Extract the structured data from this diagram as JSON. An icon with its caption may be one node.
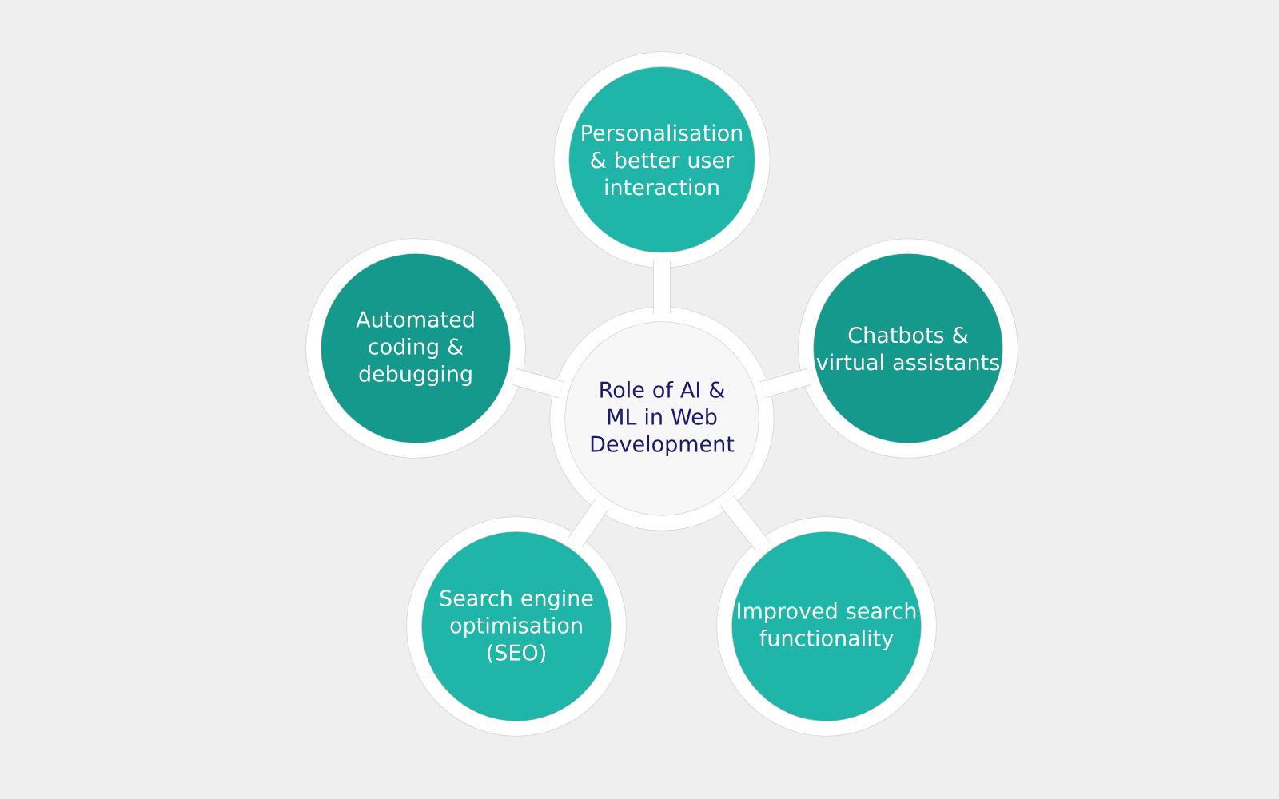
{
  "diagram": {
    "nodes": [
      {
        "text": [
          "Personalisation & better user interaction"
        ]
      },
      {
        "text": [
          "Automated coding & debugging"
        ]
      },
      {
        "text": [
          "Chatbots & virtual assistants"
        ]
      },
      {
        "text": [
          "Role of AI & ML in Web Development"
        ]
      },
      {
        "text": [
          "Search engine optimisation (SEO)"
        ]
      },
      {
        "text": [
          "Improved search functionality"
        ]
      }
    ],
    "edges": [
      {
        "from": 3,
        "to": 0,
        "arrow": "none"
      },
      {
        "from": 3,
        "to": 1,
        "arrow": "none"
      },
      {
        "from": 3,
        "to": 2,
        "arrow": "none"
      },
      {
        "from": 3,
        "to": 4,
        "arrow": "none"
      },
      {
        "from": 3,
        "to": 5,
        "arrow": "none"
      }
    ]
  }
}
